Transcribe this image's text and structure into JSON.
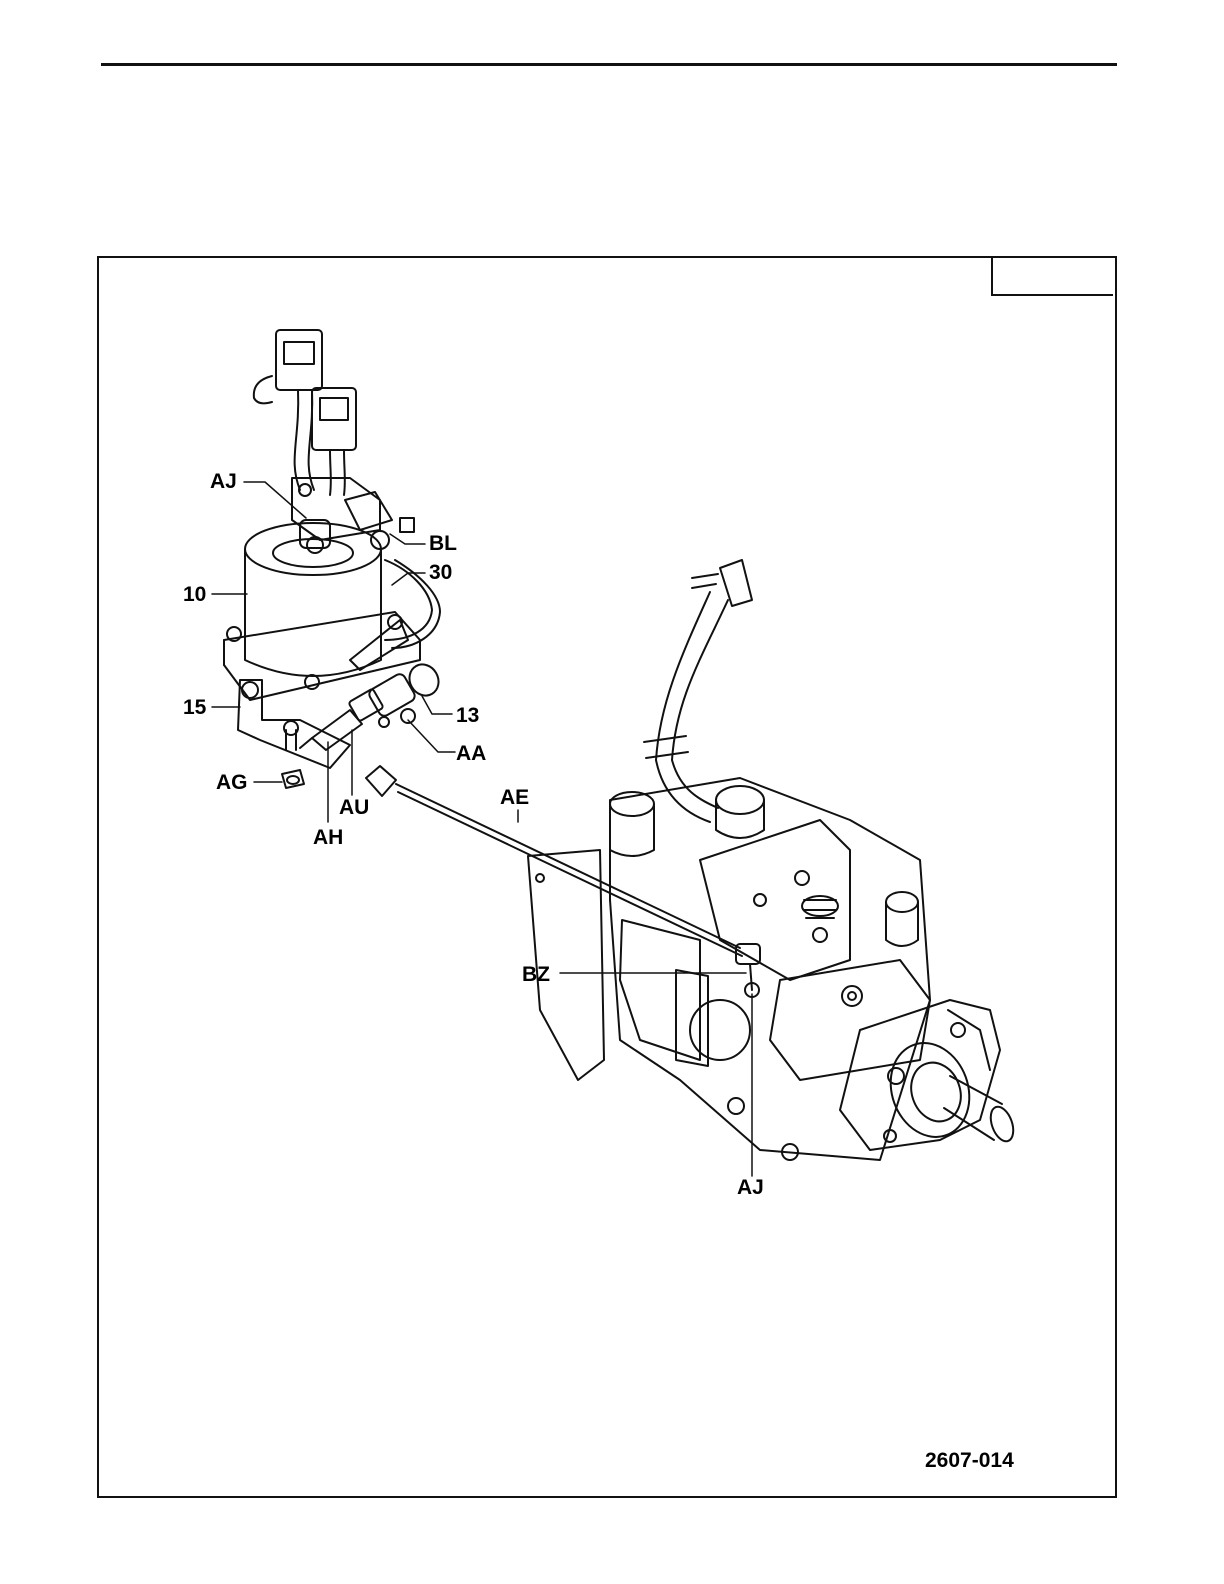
{
  "figure": {
    "id": "2607-014",
    "callouts": {
      "aj_top": "AJ",
      "bl": "BL",
      "n30": "30",
      "n10": "10",
      "n15": "15",
      "n13": "13",
      "aa": "AA",
      "ag": "AG",
      "au": "AU",
      "ah": "AH",
      "ae": "AE",
      "bz": "BZ",
      "aj_bottom": "AJ"
    }
  }
}
